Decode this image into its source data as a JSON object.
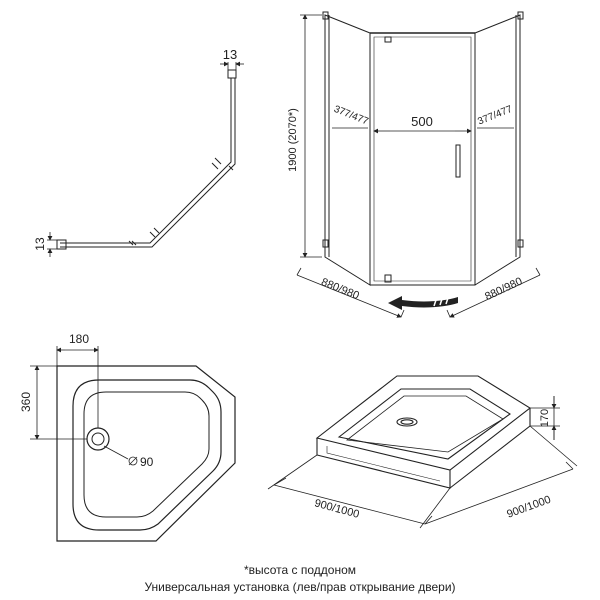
{
  "profile_view": {
    "dim_top": "13",
    "dim_left": "13"
  },
  "enclosure_view": {
    "height": "1900 (2070*)",
    "door_width": "500",
    "side_panel_left": "377/477",
    "side_panel_right": "377/477",
    "base_left": "880/980",
    "base_right": "880/980"
  },
  "tray_plan": {
    "drain_offset_x": "180",
    "drain_offset_y": "360",
    "drain_diameter": "90"
  },
  "tray_3d": {
    "height": "170",
    "width_left": "900/1000",
    "width_right": "900/1000"
  },
  "notes": {
    "height_note": "*высота с поддоном",
    "installation": "Универсальная установка (лев/прав открывание двери)"
  }
}
